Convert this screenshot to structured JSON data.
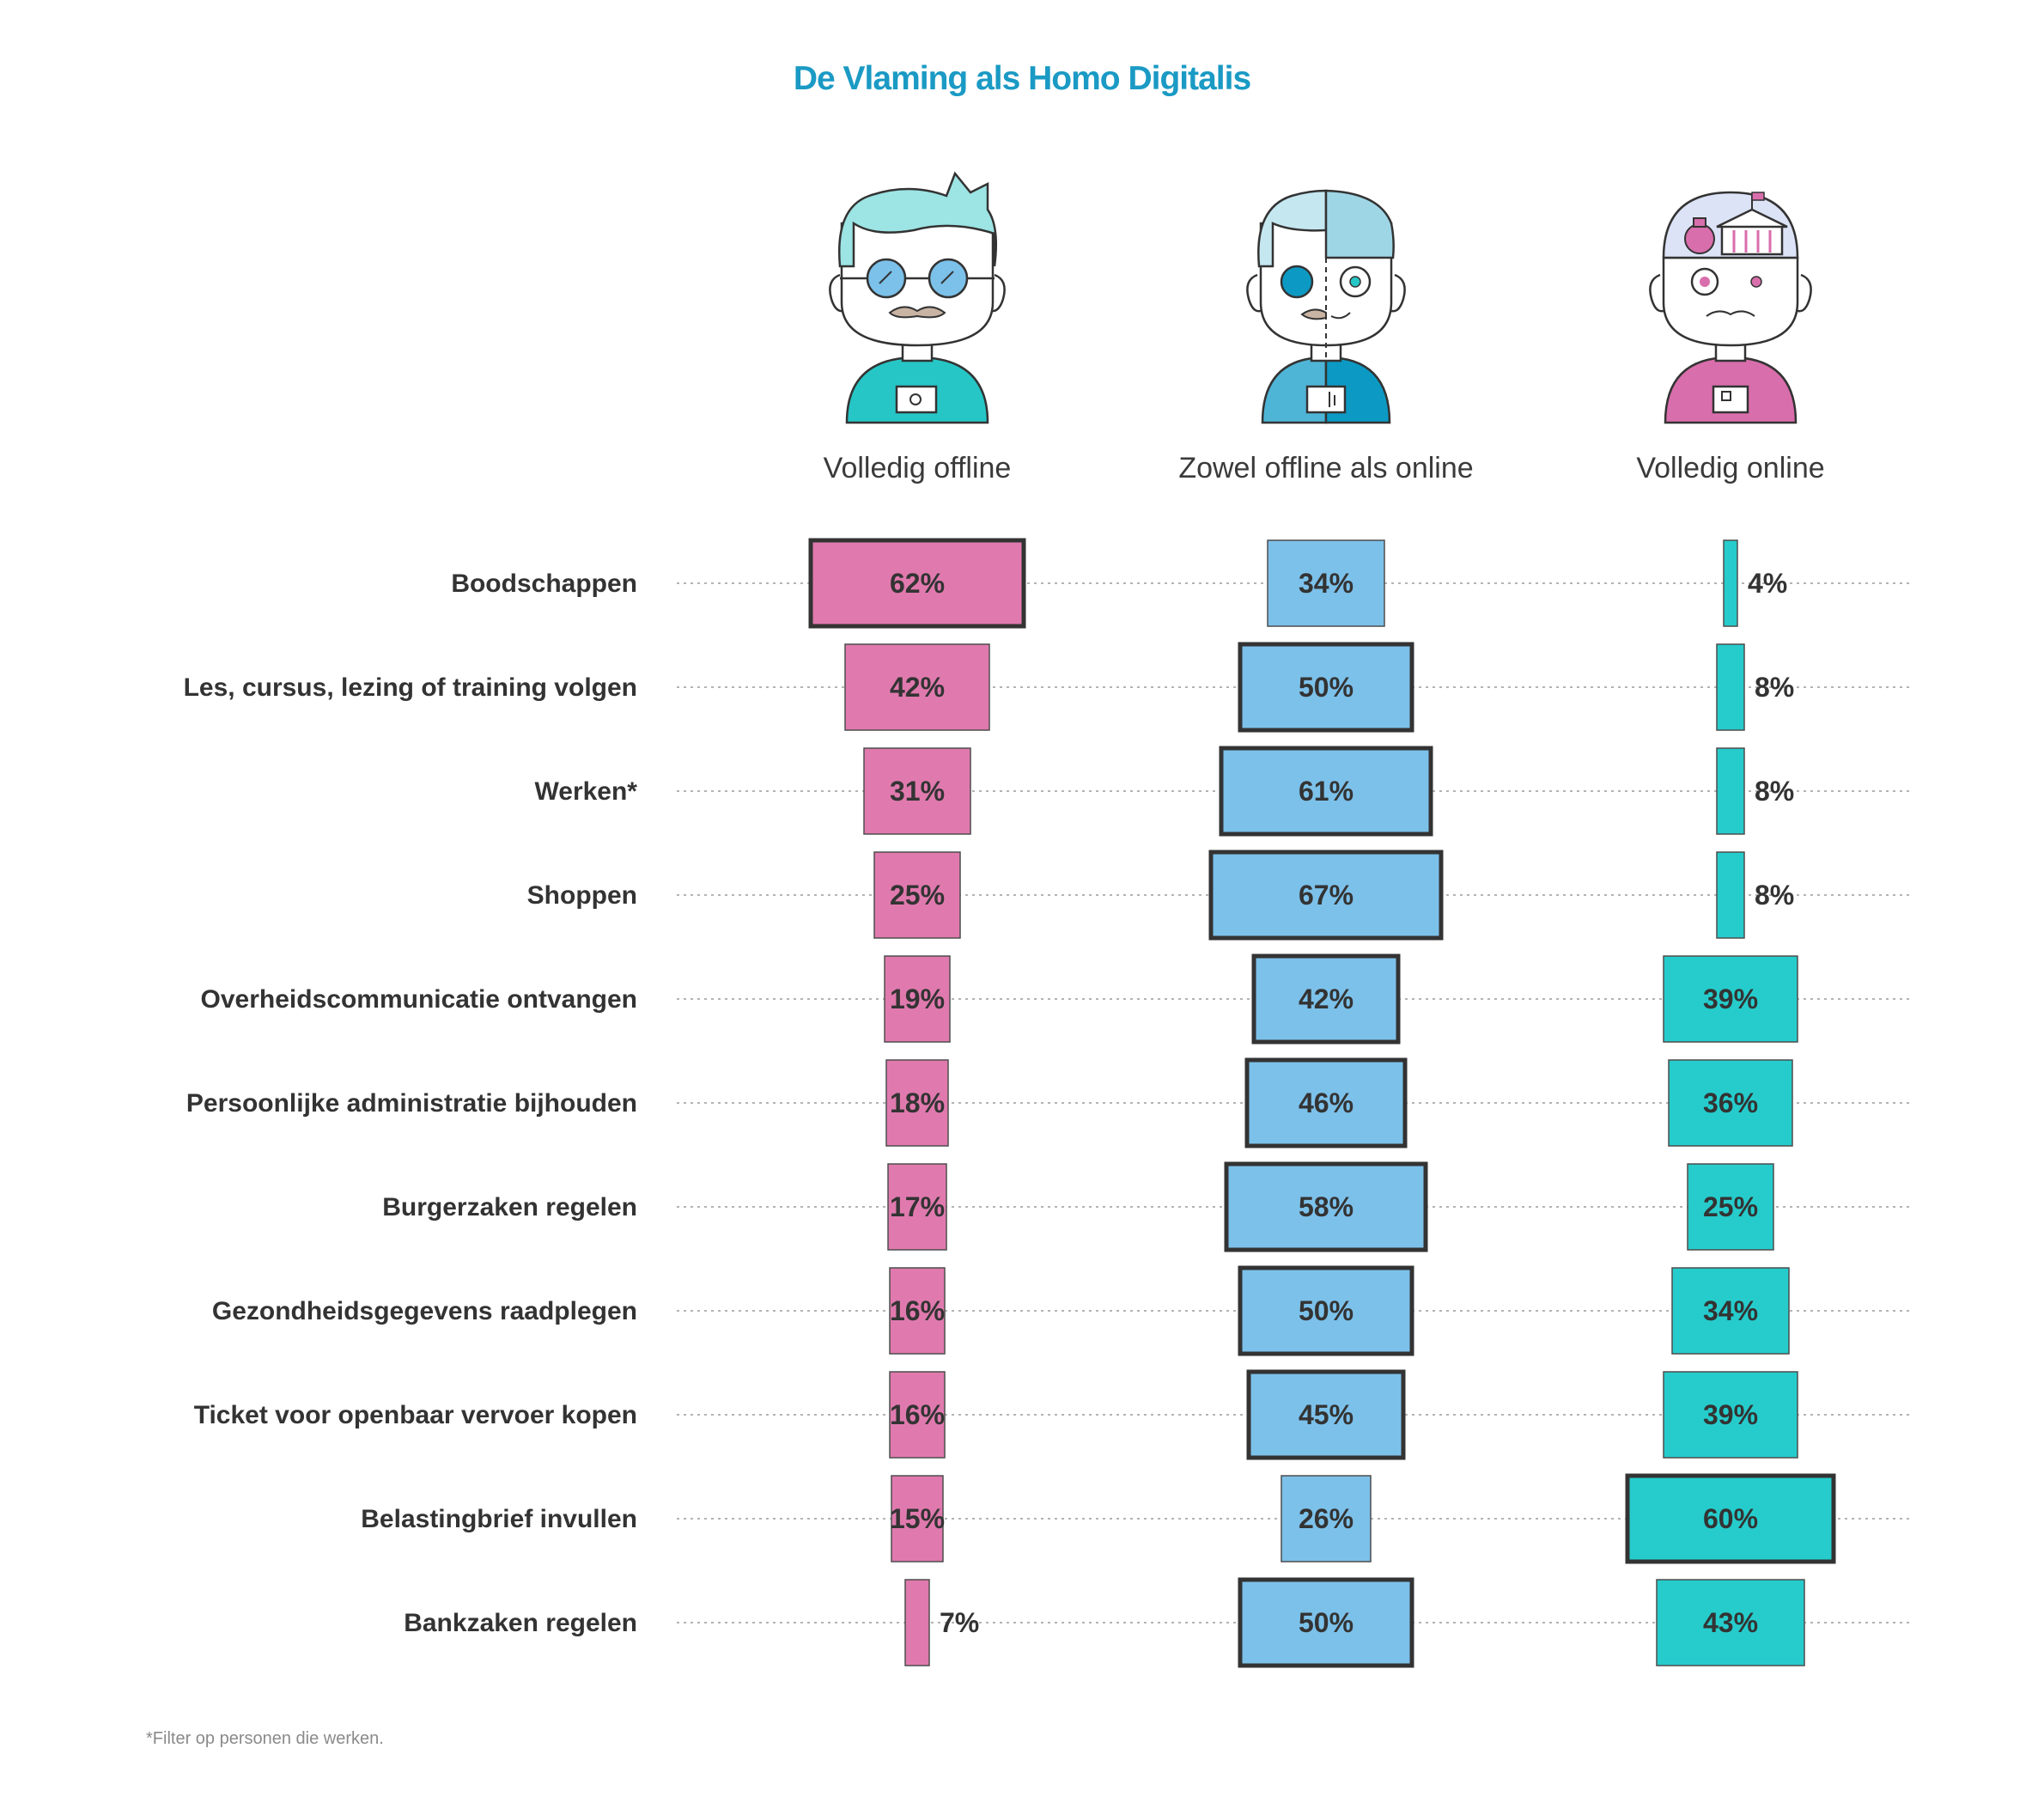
{
  "title": "De Vlaming als Homo Digitalis",
  "footnote": "*Filter op personen die werken.",
  "colors": {
    "title": "#1a9ac4",
    "offline": "#e07aae",
    "mixed": "#7cc1ea",
    "online": "#26cccc",
    "outline": "#333333",
    "text": "#333333"
  },
  "personas": [
    {
      "name": "offline-persona",
      "icon": "offline-person-icon"
    },
    {
      "name": "mixed-persona",
      "icon": "half-offline-half-online-person-icon"
    },
    {
      "name": "online-persona",
      "icon": "online-person-icon"
    }
  ],
  "chart_data": {
    "type": "bar",
    "orientation": "centered-horizontal-bars",
    "title": "De Vlaming als Homo Digitalis",
    "categories": [
      "Boodschappen",
      "Les, cursus, lezing of training volgen",
      "Werken*",
      "Shoppen",
      "Overheidscommunicatie ontvangen",
      "Persoonlijke administratie bijhouden",
      "Burgerzaken regelen",
      "Gezondheidsgegevens raadplegen",
      "Ticket voor openbaar vervoer kopen",
      "Belastingbrief invullen",
      "Bankzaken regelen"
    ],
    "series": [
      {
        "name": "Volledig offline",
        "values": [
          62,
          42,
          31,
          25,
          19,
          18,
          17,
          16,
          16,
          15,
          7
        ],
        "labels": [
          "62%",
          "42%",
          "31%",
          "25%",
          "19%",
          "18%",
          "17%",
          "16%",
          "16%",
          "15%",
          "7%"
        ],
        "highlighted": [
          true,
          false,
          false,
          false,
          false,
          false,
          false,
          false,
          false,
          false,
          false
        ],
        "color": "#e07aae"
      },
      {
        "name": "Zowel offline als online",
        "values": [
          34,
          50,
          61,
          67,
          42,
          46,
          58,
          50,
          45,
          26,
          50
        ],
        "labels": [
          "34%",
          "50%",
          "61%",
          "67%",
          "42%",
          "46%",
          "58%",
          "50%",
          "45%",
          "26%",
          "50%"
        ],
        "highlighted": [
          false,
          true,
          true,
          true,
          true,
          true,
          true,
          true,
          true,
          false,
          true
        ],
        "color": "#7cc1ea"
      },
      {
        "name": "Volledig online",
        "values": [
          4,
          8,
          8,
          8,
          39,
          36,
          25,
          34,
          39,
          60,
          43
        ],
        "labels": [
          "4%",
          "8%",
          "8%",
          "8%",
          "39%",
          "36%",
          "25%",
          "34%",
          "39%",
          "60%",
          "43%"
        ],
        "highlighted": [
          false,
          false,
          false,
          false,
          false,
          false,
          false,
          false,
          false,
          true,
          false
        ],
        "color": "#26cccc"
      }
    ],
    "unit": "%",
    "grid": false,
    "legend": "none"
  }
}
